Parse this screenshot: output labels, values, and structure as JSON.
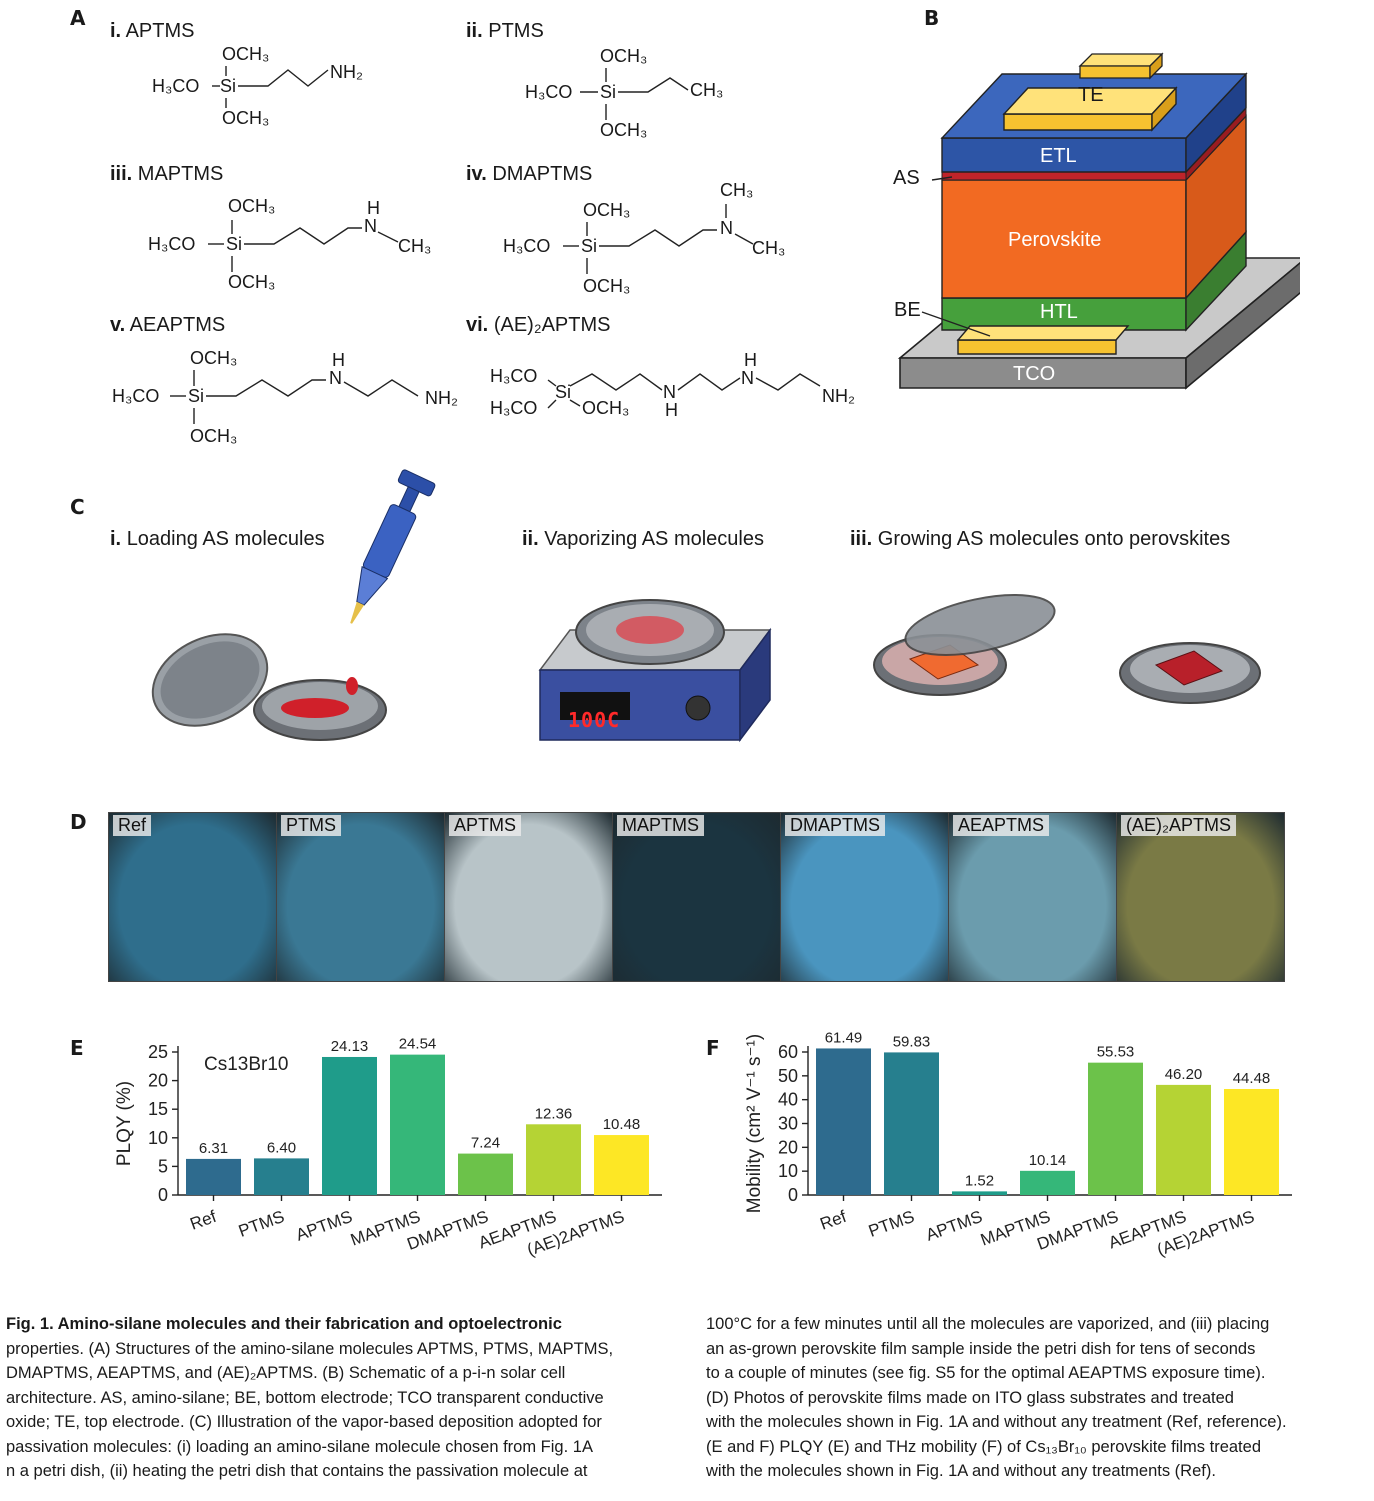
{
  "panels": {
    "A": "A",
    "B": "B",
    "C": "C",
    "D": "D",
    "E": "E",
    "F": "F"
  },
  "molecules": [
    {
      "num": "i.",
      "name": "APTMS"
    },
    {
      "num": "ii.",
      "name": "PTMS"
    },
    {
      "num": "iii.",
      "name": "MAPTMS"
    },
    {
      "num": "iv.",
      "name": "DMAPTMS"
    },
    {
      "num": "v.",
      "name": "AEAPTMS"
    },
    {
      "num": "vi.",
      "name": "(AE)₂APTMS"
    }
  ],
  "chem": {
    "och3": "OCH₃",
    "h3co": "H₃CO",
    "si": "Si",
    "nh2": "NH₂",
    "ch3": "CH₃",
    "h": "H",
    "n": "N"
  },
  "device": {
    "layers": [
      "TE",
      "ETL",
      "Perovskite",
      "HTL",
      "TCO"
    ],
    "labels": [
      "AS",
      "BE"
    ]
  },
  "steps": [
    {
      "num": "i.",
      "text": "Loading AS molecules"
    },
    {
      "num": "ii.",
      "text": "Vaporizing AS molecules"
    },
    {
      "num": "iii.",
      "text": "Growing AS molecules onto perovskites"
    }
  ],
  "hotplate_display": "100C",
  "photos": {
    "labels": [
      "Ref",
      "PTMS",
      "APTMS",
      "MAPTMS",
      "DMAPTMS",
      "AEAPTMS",
      "(AE)₂APTMS"
    ],
    "colors": [
      "#2f6e8c",
      "#3a7894",
      "#b8c4c8",
      "#1b3440",
      "#4a95bf",
      "#6b9cad",
      "#7a7a45"
    ]
  },
  "chart_data": [
    {
      "type": "bar",
      "panel": "E",
      "annotation": "Cs13Br10",
      "ylabel": "PLQY (%)",
      "ylim": [
        0,
        25
      ],
      "yticks": [
        0,
        5,
        10,
        15,
        20,
        25
      ],
      "categories": [
        "Ref",
        "PTMS",
        "APTMS",
        "MAPTMS",
        "DMAPTMS",
        "AEAPTMS",
        "(AE)2APTMS"
      ],
      "values": [
        6.31,
        6.4,
        24.13,
        24.54,
        7.24,
        12.36,
        10.48
      ],
      "value_labels": [
        "6.31",
        "6.40",
        "24.13",
        "24.54",
        "7.24",
        "12.36",
        "10.48"
      ],
      "colors": [
        "#2e6b8e",
        "#267f8e",
        "#1f9c8a",
        "#35b779",
        "#6cc24a",
        "#b5d334",
        "#fde725"
      ]
    },
    {
      "type": "bar",
      "panel": "F",
      "ylabel": "Mobility (cm² V⁻¹ s⁻¹)",
      "ylim": [
        0,
        60
      ],
      "yticks": [
        0,
        10,
        20,
        30,
        40,
        50,
        60
      ],
      "categories": [
        "Ref",
        "PTMS",
        "APTMS",
        "MAPTMS",
        "DMAPTMS",
        "AEAPTMS",
        "(AE)2APTMS"
      ],
      "values": [
        61.49,
        59.83,
        1.52,
        10.14,
        55.53,
        46.2,
        44.48
      ],
      "value_labels": [
        "61.49",
        "59.83",
        "1.52",
        "10.14",
        "55.53",
        "46.20",
        "44.48"
      ],
      "colors": [
        "#2e6b8e",
        "#267f8e",
        "#1f9c8a",
        "#35b779",
        "#6cc24a",
        "#b5d334",
        "#fde725"
      ]
    }
  ],
  "caption": {
    "title": "Fig. 1. Amino-silane molecules and their fabrication and optoelectronic properties.",
    "left_lines": [
      "Fig. 1. Amino-silane molecules and their fabrication and optoelectronic",
      "properties. (A) Structures of the amino-silane molecules APTMS, PTMS, MAPTMS,",
      "DMAPTMS, AEAPTMS, and (AE)₂APTMS. (B) Schematic of a p-i-n solar cell",
      "architecture. AS, amino-silane; BE, bottom electrode; TCO transparent conductive",
      "oxide; TE, top electrode. (C) Illustration of the vapor-based deposition adopted for",
      "passivation molecules: (i) loading an amino-silane molecule chosen from Fig. 1A",
      "n a petri dish, (ii) heating the petri dish that contains the passivation molecule at"
    ],
    "right_lines": [
      "100°C for a few minutes until all the molecules are vaporized, and (iii) placing",
      "an as-grown perovskite film sample inside the petri dish for tens of seconds",
      "to a couple of minutes (see fig. S5 for the optimal AEAPTMS exposure time).",
      "(D) Photos of perovskite films made on ITO glass substrates and treated",
      "with the molecules shown in Fig. 1A and without any treatment (Ref, reference).",
      "(E and F) PLQY (E) and THz mobility (F) of Cs₁₃Br₁₀ perovskite films treated",
      "with the molecules shown in Fig. 1A and without any treatments (Ref)."
    ]
  }
}
